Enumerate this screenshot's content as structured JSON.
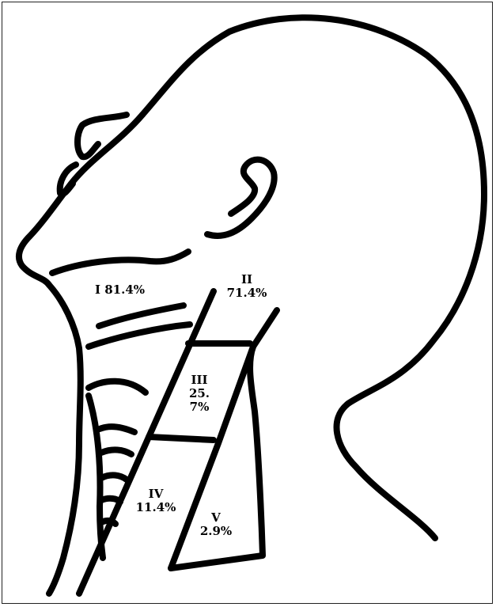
{
  "figure": {
    "regions": [
      {
        "id": "I",
        "label": "I 81.4%"
      },
      {
        "id": "II",
        "level": "II",
        "value": "71.4%"
      },
      {
        "id": "III",
        "level": "III",
        "value_line1": "25.",
        "value_line2": "7%"
      },
      {
        "id": "IV",
        "level": "IV",
        "value": "11.4%"
      },
      {
        "id": "V",
        "level": "V",
        "value": "2.9%"
      }
    ]
  }
}
